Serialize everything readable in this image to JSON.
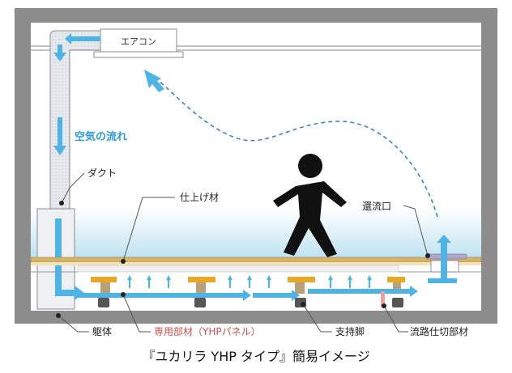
{
  "diagram": {
    "caption": "『ユカリラ YHP タイプ』簡易イメージ",
    "labels": {
      "aircon": "エアコン",
      "airflow": "空気の流れ",
      "duct": "ダクト",
      "finish": "仕上げ材",
      "return_port": "還流口",
      "body": "躯体",
      "panel": "専用部材（YHPパネル）",
      "support": "支持脚",
      "partition": "流路仕切部材"
    },
    "colors": {
      "wall": "#8c8c8c",
      "airflow_arrow": "#4fb3e6",
      "airflow_text": "#2f9ad4",
      "return_path": "#3a86b8",
      "duct_fill": "#e6e9ee",
      "floor_gradient_top": "#ffffff",
      "floor_gradient_bottom": "#bfe3f2",
      "finish_wood": "#d4b46a",
      "panel_gold": "#e8a826",
      "panel_label": "#c0504d",
      "person": "#111111"
    },
    "icons": [
      "person-walking-icon",
      "airflow-arrow-icon"
    ]
  }
}
